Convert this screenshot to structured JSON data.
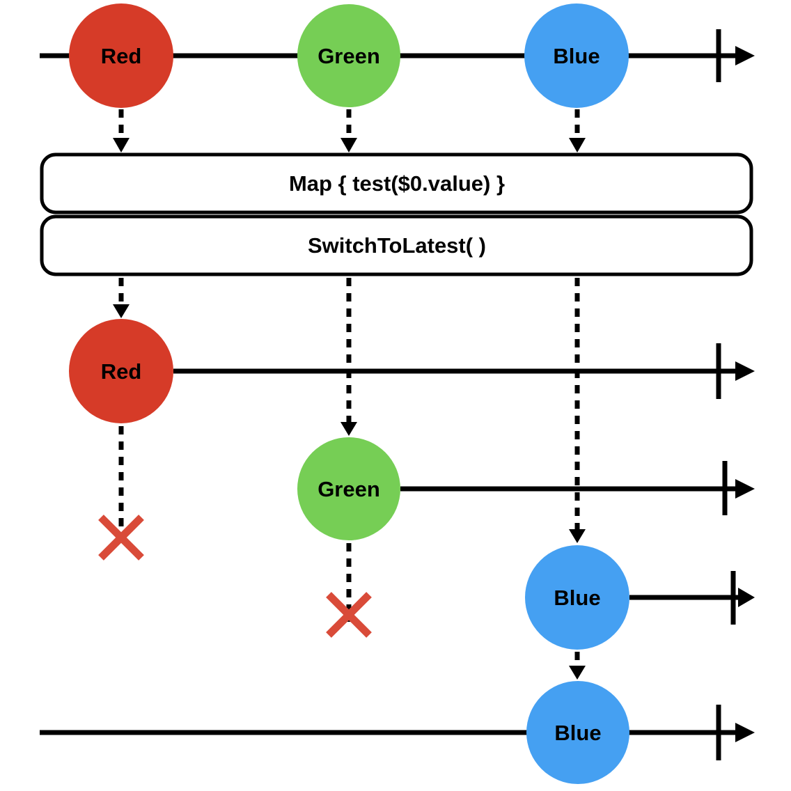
{
  "diagram_title": "SwitchToLatest marble diagram",
  "colors": {
    "red": "#d63b28",
    "green": "#76ce55",
    "blue": "#45a0f2",
    "cancel_x": "#d94b39",
    "line": "#000000",
    "background": "#ffffff"
  },
  "input_timeline": {
    "red_label": "Red",
    "green_label": "Green",
    "blue_label": "Blue"
  },
  "operators": {
    "map": "Map { test($0.value) }",
    "switch_to_latest": "SwitchToLatest( )"
  },
  "red_stream": {
    "label": "Red",
    "cancelled": true
  },
  "green_stream": {
    "label": "Green",
    "cancelled": true
  },
  "blue_stream": {
    "label": "Blue",
    "completed": true
  },
  "output_timeline": {
    "blue_label": "Blue",
    "completed": true
  }
}
